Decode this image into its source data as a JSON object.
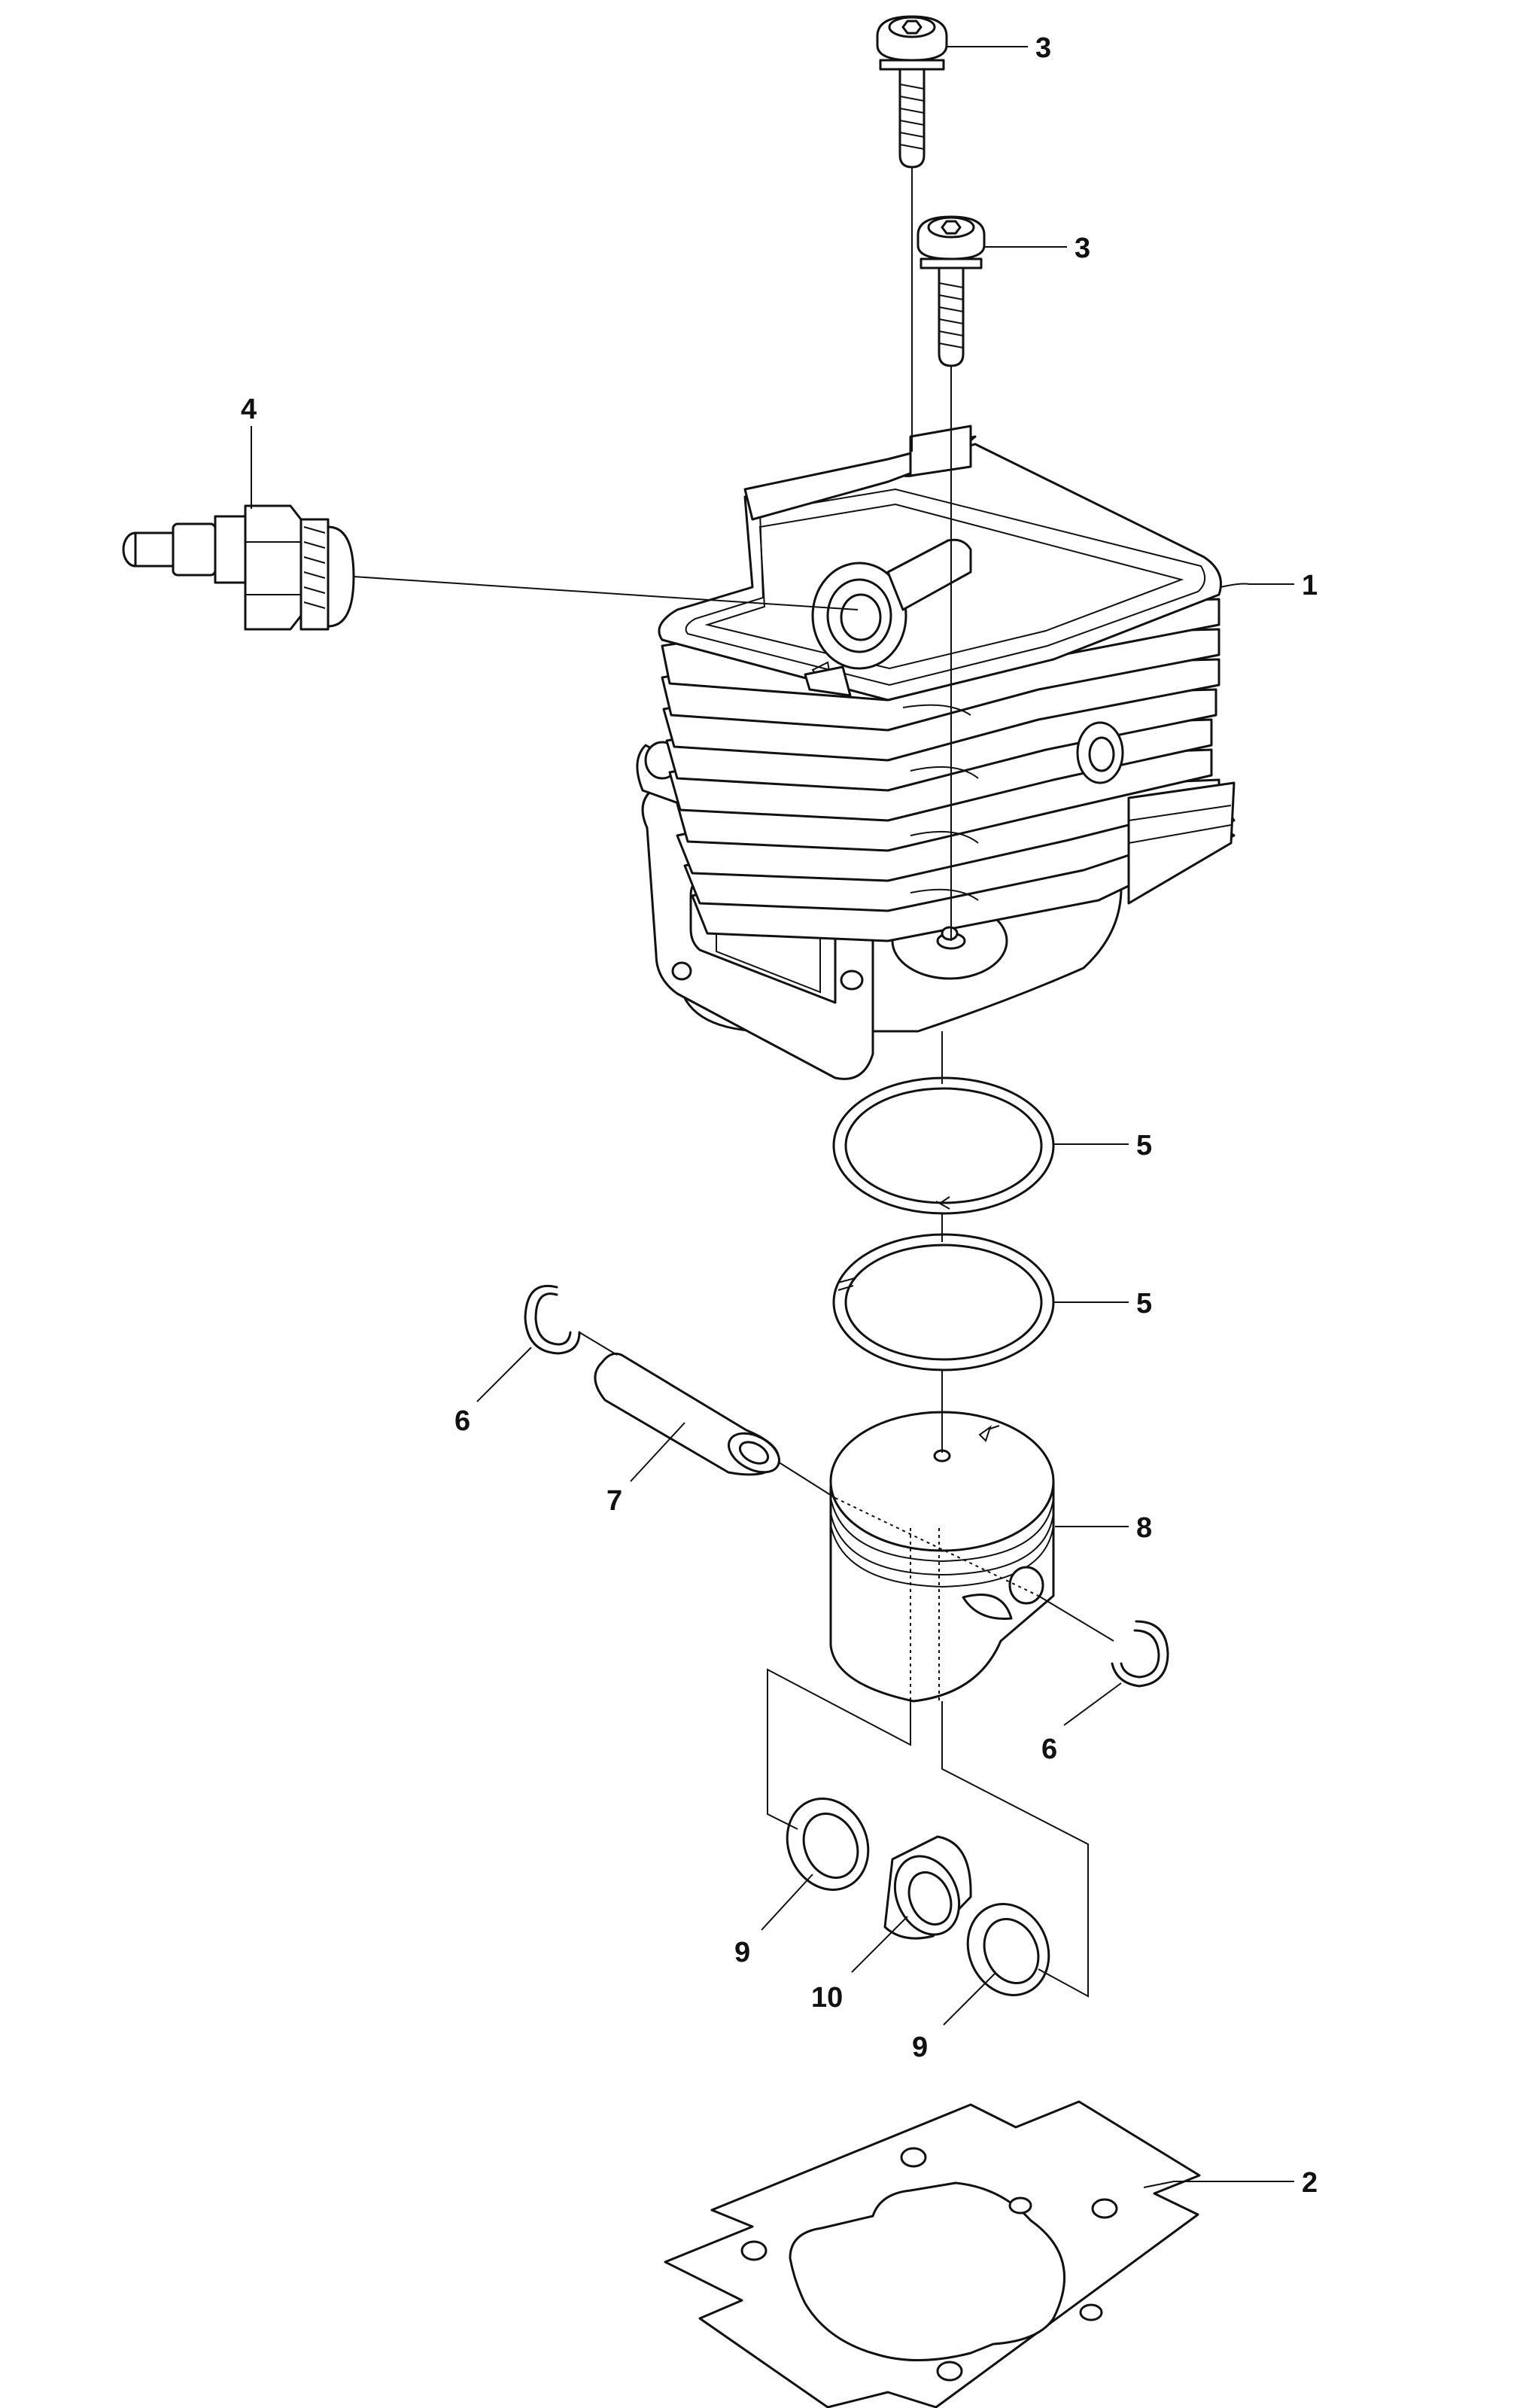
{
  "colors": {
    "line": "#111111",
    "background": "#ffffff"
  },
  "callouts": [
    {
      "id": "callout-3-top",
      "label": "3"
    },
    {
      "id": "callout-3-lower",
      "label": "3"
    },
    {
      "id": "callout-4",
      "label": "4"
    },
    {
      "id": "callout-1",
      "label": "1"
    },
    {
      "id": "callout-5-top",
      "label": "5"
    },
    {
      "id": "callout-5-lower",
      "label": "5"
    },
    {
      "id": "callout-6-left",
      "label": "6"
    },
    {
      "id": "callout-7",
      "label": "7"
    },
    {
      "id": "callout-8",
      "label": "8"
    },
    {
      "id": "callout-6-right",
      "label": "6"
    },
    {
      "id": "callout-9-left",
      "label": "9"
    },
    {
      "id": "callout-10",
      "label": "10"
    },
    {
      "id": "callout-9-right",
      "label": "9"
    },
    {
      "id": "callout-2",
      "label": "2"
    }
  ]
}
